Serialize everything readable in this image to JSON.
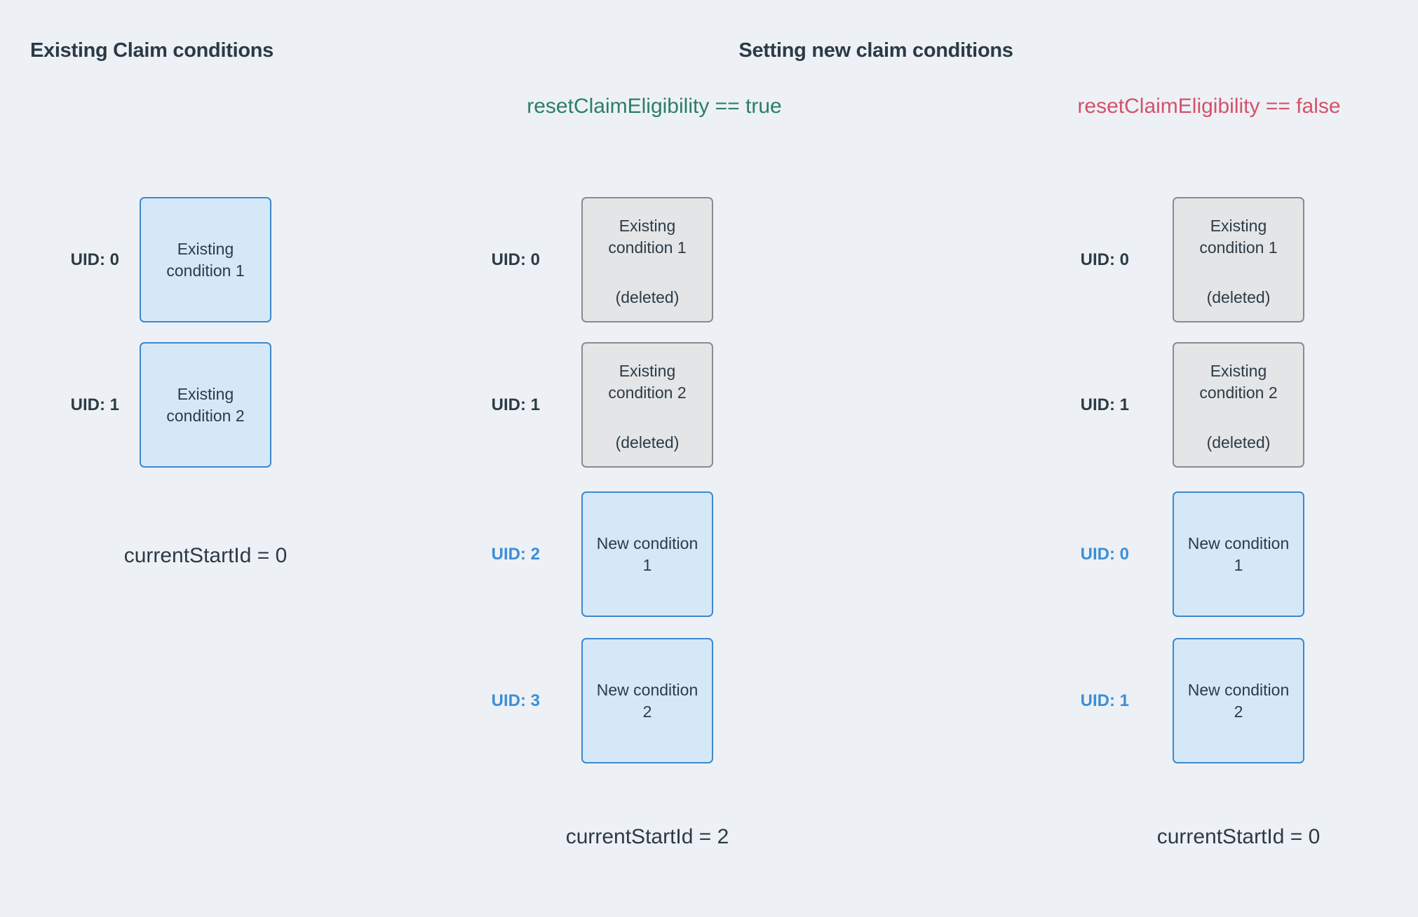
{
  "colors": {
    "background": "#edf1f5",
    "text_dark": "#2d3b46",
    "uid_blue": "#3d8ed7",
    "green_true": "#2c7d6d",
    "red_false": "#d4516b",
    "box_blue_fill": "#d5e8f8",
    "box_blue_border": "#3e88cd",
    "box_gray_fill": "#e3e5e6",
    "box_gray_border": "#858d93"
  },
  "left": {
    "title": "Existing Claim conditions",
    "items": [
      {
        "uid": "UID: 0",
        "line1": "Existing",
        "line2": "condition 1"
      },
      {
        "uid": "UID: 1",
        "line1": "Existing",
        "line2": "condition 2"
      }
    ],
    "footer": "currentStartId = 0"
  },
  "right_section": {
    "title": "Setting new claim conditions",
    "true_branch": {
      "subtitle": "resetClaimEligibility == true",
      "items": [
        {
          "uid": "UID: 0",
          "line1": "Existing",
          "line2": "condition 1",
          "note": "(deleted)"
        },
        {
          "uid": "UID: 1",
          "line1": "Existing",
          "line2": "condition 2",
          "note": "(deleted)"
        },
        {
          "uid": "UID: 2",
          "line1": "New condition",
          "line2": "1"
        },
        {
          "uid": "UID: 3",
          "line1": "New condition",
          "line2": "2"
        }
      ],
      "footer": "currentStartId = 2"
    },
    "false_branch": {
      "subtitle": "resetClaimEligibility == false",
      "items": [
        {
          "uid": "UID: 0",
          "line1": "Existing",
          "line2": "condition 1",
          "note": "(deleted)"
        },
        {
          "uid": "UID: 1",
          "line1": "Existing",
          "line2": "condition 2",
          "note": "(deleted)"
        },
        {
          "uid": "UID: 0",
          "line1": "New condition",
          "line2": "1"
        },
        {
          "uid": "UID: 1",
          "line1": "New condition",
          "line2": "2"
        }
      ],
      "footer": "currentStartId = 0"
    }
  }
}
